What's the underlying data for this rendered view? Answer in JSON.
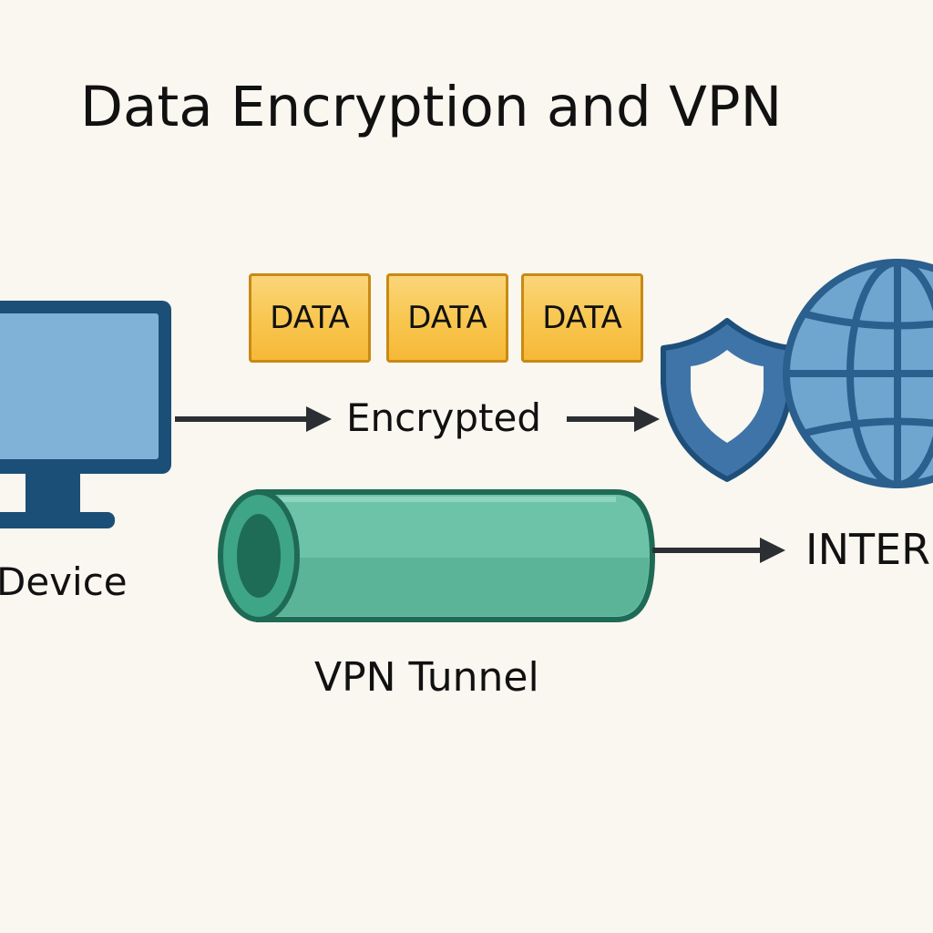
{
  "title": "Data Encryption and VPN",
  "packets": [
    {
      "label": "DATA"
    },
    {
      "label": "DATA"
    },
    {
      "label": "DATA"
    }
  ],
  "labels": {
    "encrypted": "Encrypted",
    "device": "Device",
    "vpn_tunnel": "VPN Tunnel",
    "internet": "INTERNET"
  },
  "icons": {
    "device": "monitor-icon",
    "security": "shield-icon",
    "internet": "globe-icon",
    "tunnel": "tunnel-cylinder"
  },
  "colors": {
    "background": "#faf6f0",
    "monitor_blue": "#1c4f77",
    "screen_blue": "#7fb2d6",
    "packet_yellow": "#f8c64e",
    "tunnel_green": "#6dc3a8",
    "shield_blue": "#3f74a8",
    "arrow_dark": "#2b2f33"
  }
}
